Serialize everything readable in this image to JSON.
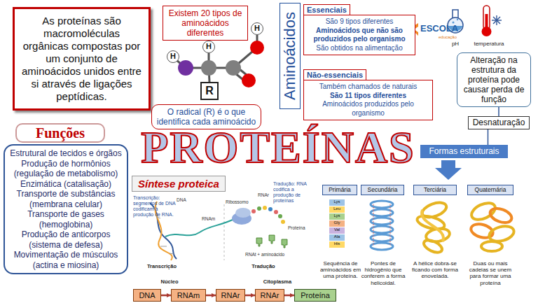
{
  "diagram": {
    "title": "PROTEÍNAS",
    "nodes": [
      {
        "text": [
          "As proteínas são macromoléculas orgânicas compostas por um conjunto de aminoácidos unidos entre si através de ligações peptídicas."
        ]
      },
      {
        "text": [
          "Existem 20 tipos de aminoácidos diferentes"
        ]
      },
      {
        "text": [
          "H"
        ]
      },
      {
        "text": [
          "H"
        ]
      },
      {
        "text": [
          "H"
        ]
      },
      {
        "text": [
          "R"
        ]
      },
      {
        "text": [
          "O radical (R) é o que identifica cada aminoácido"
        ]
      },
      {
        "text": [
          "Aminoácidos"
        ]
      },
      {
        "text": [
          "Essenciais",
          "São 9 tipos diferentes",
          "Aminoácidos que não são produzidos pelo organismo",
          "São obtidos na alimentação"
        ]
      },
      {
        "text": [
          "Não-essenciais",
          "Também chamados de naturais",
          "São 11 tipos diferentes",
          "Aminoácidos produzidos pelo organismo"
        ]
      },
      {
        "text": [
          "Alteração na estrutura da proteína pode causar perda de função"
        ]
      },
      {
        "text": [
          "Desnaturação"
        ]
      },
      {
        "text": [
          "Funções"
        ]
      },
      {
        "text": [
          "Estrutural de tecidos e órgãos",
          "Produção de hormônios (regulação de metabolismo)",
          "Enzimática (catalisação)",
          "Transporte de substâncias (membrana celular)",
          "Transporte de gases (hemoglobina)",
          "Produção de anticorpos (sistema de defesa)",
          "Movimentação de músculos (actina e miosina)"
        ]
      },
      {
        "text": [
          "Formas estruturais"
        ]
      },
      {
        "text": [
          "Síntese proteica"
        ]
      },
      {
        "text": [
          "Primária"
        ]
      },
      {
        "text": [
          "Secundária"
        ]
      },
      {
        "text": [
          "Terciária"
        ]
      },
      {
        "text": [
          "Quaternária"
        ]
      },
      {
        "text": [
          "DNA"
        ]
      },
      {
        "text": [
          "RNAm"
        ]
      },
      {
        "text": [
          "RNAr"
        ]
      },
      {
        "text": [
          "RNAr"
        ]
      },
      {
        "text": [
          "Proteína"
        ]
      }
    ],
    "edges": [
      {
        "from": 14,
        "to": 11,
        "arrow": "none"
      },
      {
        "from": 11,
        "to": 10,
        "arrow": "none"
      },
      {
        "from": 20,
        "to": 21,
        "arrow": "to"
      },
      {
        "from": 21,
        "to": 22,
        "arrow": "to"
      },
      {
        "from": 22,
        "to": 23,
        "arrow": "to"
      },
      {
        "from": 23,
        "to": 24,
        "arrow": "to"
      }
    ],
    "labels": [
      "ESCOLA",
      "educação",
      "pH",
      "temperatura",
      "Transcrição: segmentos de DNA codificam a produção de RNA.",
      "DNA",
      "RNAm",
      "Ribossomo",
      "RNAr",
      "Tradução: RNA codifica a produção de proteínas",
      "Proteína",
      "RNAt + aminoácido",
      "Transcrição",
      "Tradução",
      "Núcleo",
      "Citoplasma",
      "Lys",
      "Leu",
      "Lys",
      "Gly",
      "Val",
      "Ala",
      "His",
      "Sequência de aminoácidos em uma proteína.",
      "Pontes de hidrogênio que conferem a forma helicoidal.",
      "A hélice dobra-se ficando com forma enovelada.",
      "Duas ou mais cadeias se unem para formar uma proteína"
    ]
  }
}
